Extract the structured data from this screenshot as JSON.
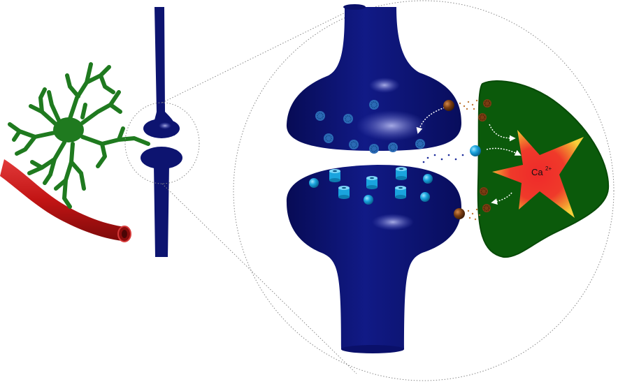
{
  "colors": {
    "neuron": "#0d1470",
    "neuron_highlight": "#6f76d6",
    "vessel": "#c21414",
    "astrocyte_small": "#1f7a1f",
    "astrocyte_process": "#0b5a0b",
    "calcium_star": "#ef2a2a",
    "calcium_glow": "#f7c63a",
    "vesicle": "#2b6ab5",
    "receptor": "#27b6ea",
    "gliotransmitter": "#7a3d12"
  },
  "icons": {
    "calcium": "star-burst",
    "vesicle": "dotted-circle",
    "receptor": "cylinder"
  },
  "labels": {
    "ion_base": "Ca",
    "ion_charge": "2+"
  }
}
